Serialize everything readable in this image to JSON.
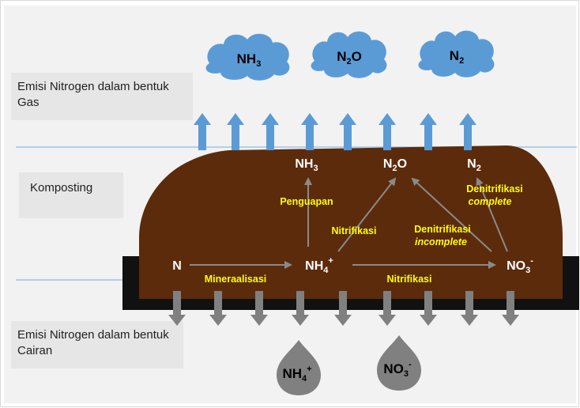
{
  "labels": {
    "gas": "Emisi Nitrogen dalam bentuk Gas",
    "composting": "Komposting",
    "liquid": "Emisi Nitrogen dalam bentuk Cairan"
  },
  "clouds": [
    {
      "base": "NH",
      "sub": "3"
    },
    {
      "base": "N",
      "sub": "2",
      "tail": "O"
    },
    {
      "base": "N",
      "sub": "2"
    }
  ],
  "pile": {
    "top_species": [
      {
        "base": "NH",
        "sub": "3"
      },
      {
        "base": "N",
        "sub": "2",
        "tail": "O"
      },
      {
        "base": "N",
        "sub": "2"
      }
    ],
    "n": "N",
    "nh4": {
      "base": "NH",
      "sub": "4",
      "sup": "+"
    },
    "no3": {
      "base": "NO",
      "sub": "3",
      "sup": "-"
    }
  },
  "processes": {
    "penguapan": "Penguapan",
    "nitrifikasi_up": "Nitrifikasi",
    "denit_incomplete": "Denitrifikasi",
    "denit_incomplete_2": "incomplete",
    "denit_complete": "Denitrifikasi",
    "denit_complete_2": "complete",
    "mineralisasi": "Mineraalisasi",
    "nitrifikasi_bottom": "Nitrifikasi"
  },
  "drops": [
    {
      "base": "NH",
      "sub": "4",
      "sup": "+"
    },
    {
      "base": "NO",
      "sub": "3",
      "sup": "-"
    }
  ],
  "colors": {
    "cloud": "#5b9bd5",
    "up_arrow": "#5b9bd5",
    "pile": "#5c2b0c",
    "base_slab": "#111111",
    "down_arrow": "#808080",
    "process_text": "#ffff00",
    "line": "#9dc3e6"
  }
}
